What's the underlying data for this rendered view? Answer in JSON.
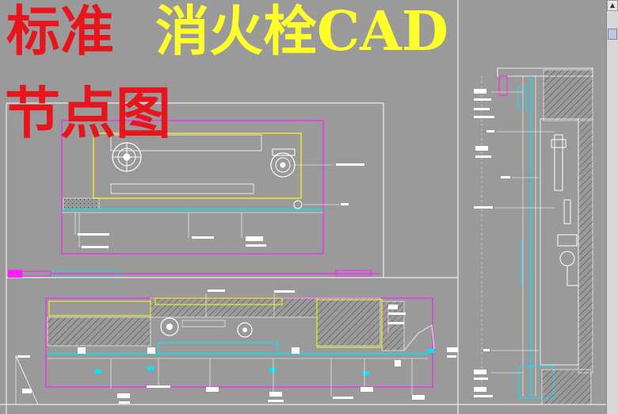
{
  "title": {
    "part1": "标准",
    "part2": "消火栓CAD",
    "part3": "节点图"
  },
  "colors": {
    "background": "#9a9a9a",
    "title_red": "#e8161c",
    "title_yellow": "#ffff2a",
    "magenta": "#ff20ff",
    "yellow_line": "#ffff00",
    "cyan": "#00e5ff",
    "drawing_white": "#ffffff"
  },
  "icons": [
    "scroll-up-arrow-icon",
    "scroll-thumb-icon",
    "fire-hose-reel-icon",
    "valve-wheel-icon"
  ]
}
